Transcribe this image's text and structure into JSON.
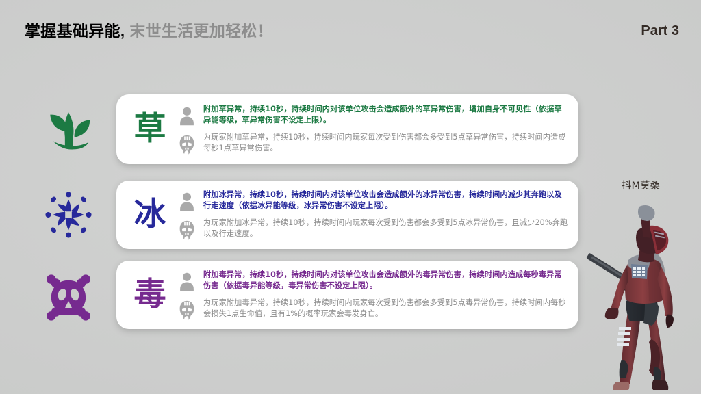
{
  "header": {
    "title_strong": "掌握基础异能,",
    "title_soft": " 末世生活更加轻松！",
    "part_label": "Part 3"
  },
  "colors": {
    "background": "#cbcccb",
    "card_background": "#ffffff",
    "grass": "#1c7a43",
    "ice": "#27299b",
    "poison": "#762a8f",
    "player_text": "#8b8b8b",
    "icon_gray": "#a9a9a9",
    "title_strong": "#231f1c",
    "title_soft": "#8d8d8d"
  },
  "rows": [
    {
      "id": "grass",
      "element_icon": "sprout-icon",
      "glyph": "草",
      "color": "#1c7a43",
      "effects": [
        {
          "target_icon": "person-icon",
          "target": "enemy",
          "text": "附加草异常，持续10秒，持续时间内对该单位攻击会造成额外的草异常伤害，增加自身不可见性（依据草异能等级，草异常伤害不设定上限）。"
        },
        {
          "target_icon": "zombie-head-icon",
          "target": "player",
          "text": "为玩家附加草异常，持续10秒，持续时间内玩家每次受到伤害都会多受到5点草异常伤害，持续时间内造成每秒1点草异常伤害。"
        }
      ]
    },
    {
      "id": "ice",
      "element_icon": "snowflake-icon",
      "glyph": "冰",
      "color": "#27299b",
      "effects": [
        {
          "target_icon": "person-icon",
          "target": "enemy",
          "text": "附加冰异常，持续10秒，持续时间内对该单位攻击会造成额外的冰异常伤害，持续时间内减少其奔跑以及行走速度（依据冰异能等级，冰异常伤害不设定上限）。"
        },
        {
          "target_icon": "zombie-head-icon",
          "target": "player",
          "text": "为玩家附加冰异常，持续10秒，持续时间内玩家每次受到伤害都会多受到5点冰异常伤害，且减少20%奔跑以及行走速度。"
        }
      ]
    },
    {
      "id": "poison",
      "element_icon": "skull-crossbones-icon",
      "glyph": "毒",
      "color": "#762a8f",
      "effects": [
        {
          "target_icon": "person-icon",
          "target": "enemy",
          "text": "附加毒异常，持续10秒，持续时间内对该单位攻击会造成额外的毒异常伤害，持续时间内造成每秒毒异常伤害（依据毒异能等级，毒异常伤害不设定上限）。"
        },
        {
          "target_icon": "zombie-head-icon",
          "target": "player",
          "text": "为玩家附加毒异常，持续10秒，持续时间内玩家每次受到伤害都会多受到5点毒异常伤害，持续时间内每秒会损失1点生命值，且有1%的概率玩家会毒发身亡。"
        }
      ]
    }
  ],
  "character": {
    "name": "抖M莫桑"
  }
}
